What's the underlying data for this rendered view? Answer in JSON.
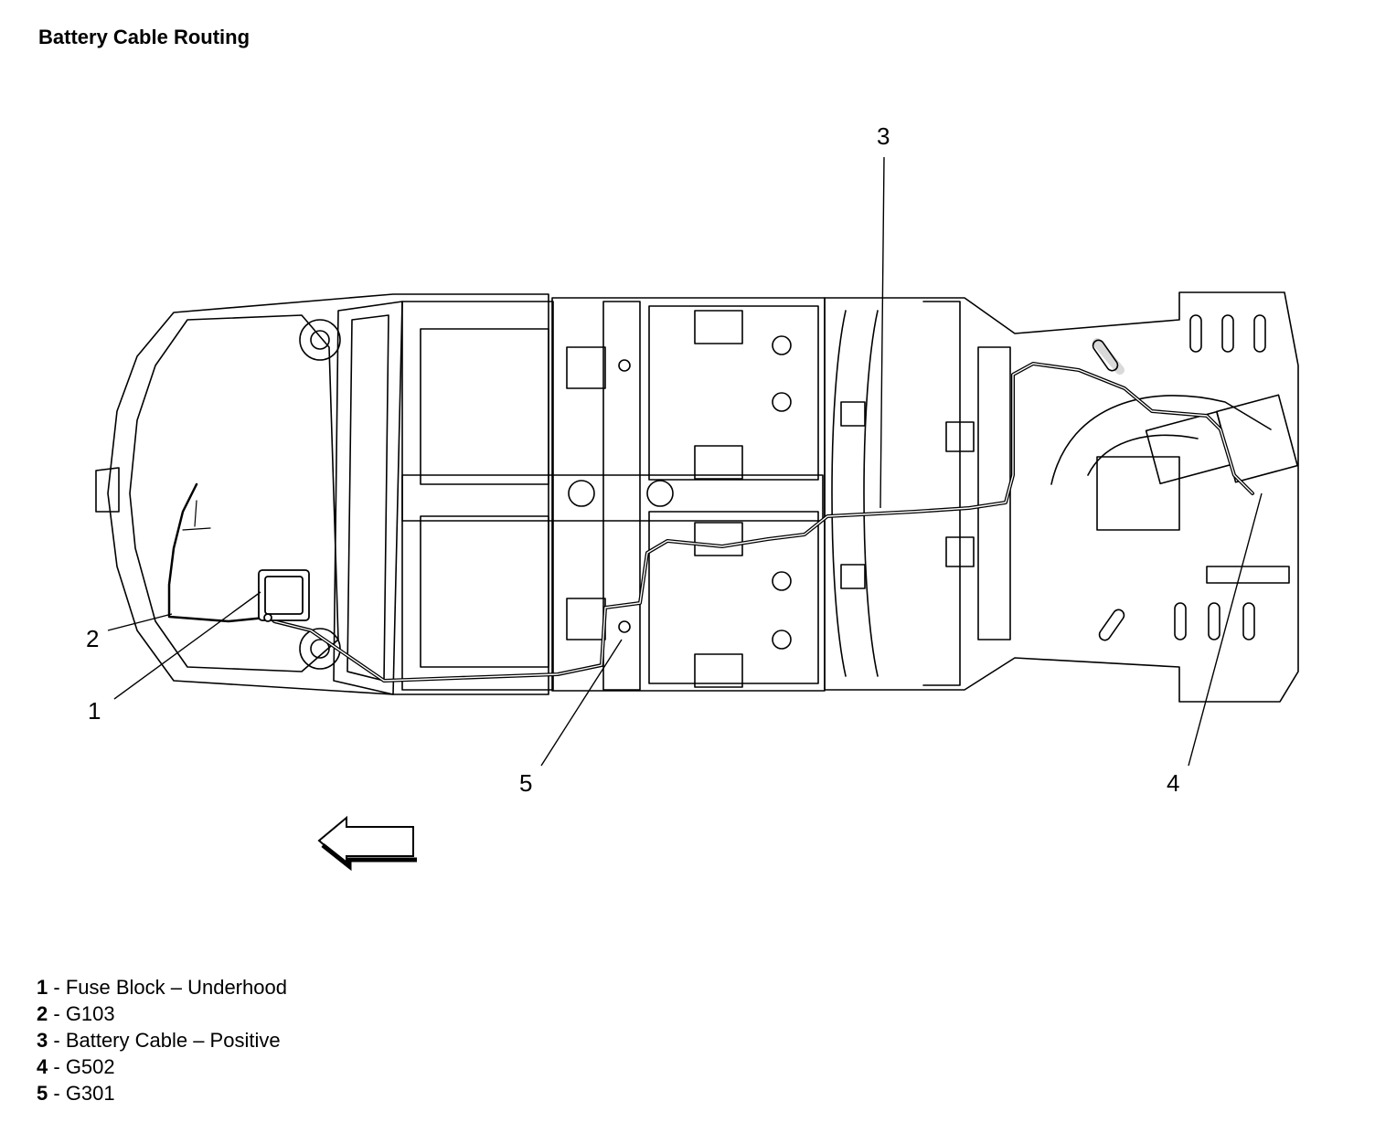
{
  "title": "Battery Cable Routing",
  "callouts": [
    "1",
    "2",
    "3",
    "4",
    "5"
  ],
  "legend": [
    {
      "num": "1",
      "sep": " - ",
      "text": "Fuse Block – Underhood"
    },
    {
      "num": "2",
      "sep": " - ",
      "text": "G103"
    },
    {
      "num": "3",
      "sep": " - ",
      "text": "Battery Cable – Positive"
    },
    {
      "num": "4",
      "sep": " - ",
      "text": "G502"
    },
    {
      "num": "5",
      "sep": " - ",
      "text": "G301"
    }
  ],
  "icons": {
    "direction_arrow": "front-direction-arrow-icon"
  }
}
